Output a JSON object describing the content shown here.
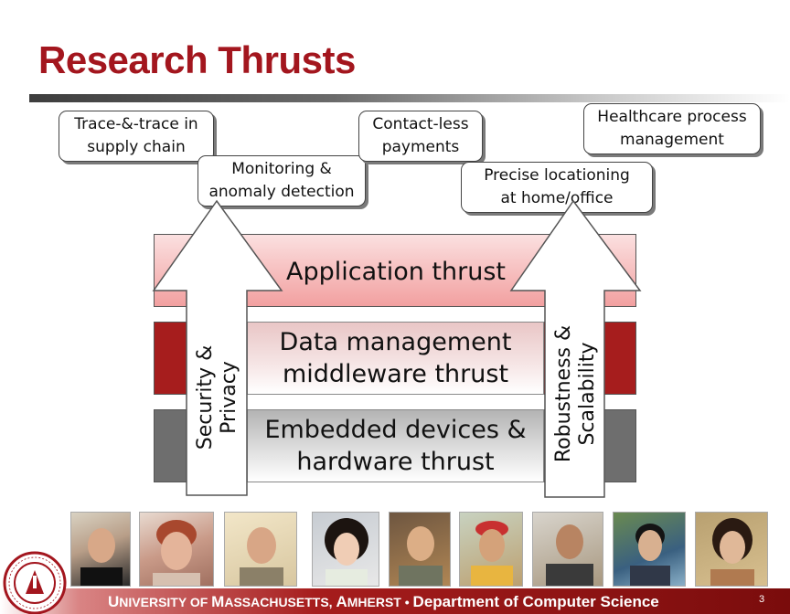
{
  "slide": {
    "title": "Research Thrusts",
    "page_number": "3"
  },
  "applications": [
    {
      "label": "Trace-&-trace in\nsupply chain"
    },
    {
      "label": "Monitoring &\nanomaly detection"
    },
    {
      "label": "Contact-less\npayments"
    },
    {
      "label": "Precise locationing\nat home/office"
    },
    {
      "label": "Healthcare process\nmanagement"
    }
  ],
  "layers": [
    {
      "label": "Application thrust",
      "color": "#f2a0a0"
    },
    {
      "label": "Data management\nmiddleware thrust",
      "color": "#a61d1d"
    },
    {
      "label": "Embedded devices &\nhardware thrust",
      "color": "#6e6e6e"
    }
  ],
  "cross_cutting": [
    {
      "label": "Security &\nPrivacy"
    },
    {
      "label": "Robustness &\nScalability"
    }
  ],
  "team_photos": [
    {
      "name": "person-photo-1"
    },
    {
      "name": "person-photo-2"
    },
    {
      "name": "person-photo-3"
    },
    {
      "name": "person-photo-4"
    },
    {
      "name": "person-photo-5"
    },
    {
      "name": "person-photo-6"
    },
    {
      "name": "person-photo-7"
    },
    {
      "name": "person-photo-8"
    },
    {
      "name": "person-photo-9"
    }
  ],
  "footer": {
    "u": "U",
    "niversity_of": "NIVERSITY OF ",
    "m": "M",
    "assachusetts": "ASSACHUSETTS, ",
    "a": "A",
    "mherst": "MHERST",
    "separator": " • ",
    "department": "Department of Computer Science"
  },
  "seal": {
    "text": "UNIVERSITY OF MASSACHUSETTS AMHERST 1863"
  },
  "colors": {
    "title": "#a3161e",
    "accent_dark_red": "#a61d1d",
    "gray_band": "#6e6e6e"
  }
}
